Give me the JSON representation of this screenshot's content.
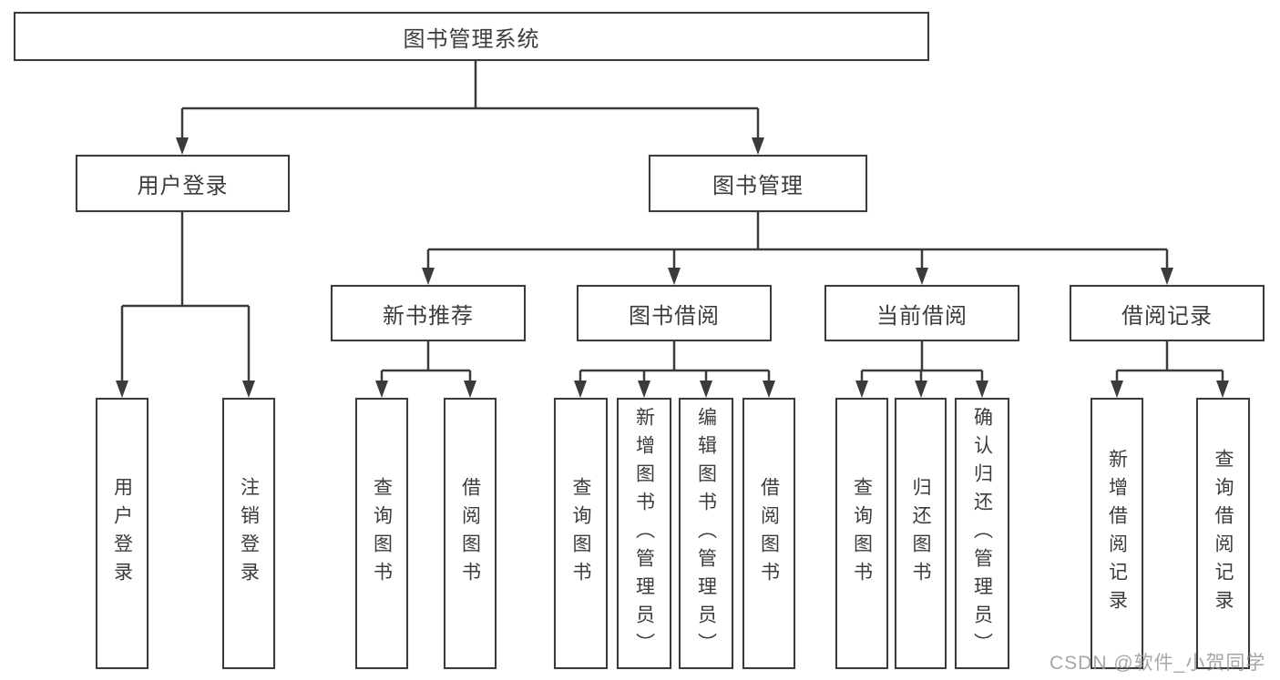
{
  "diagram": {
    "root": {
      "label": "图书管理系统"
    },
    "branches": [
      {
        "label": "用户登录",
        "leaves": [
          "用户登录",
          "注销登录"
        ]
      },
      {
        "label": "图书管理",
        "children": [
          {
            "label": "新书推荐",
            "leaves": [
              "查询图书",
              "借阅图书"
            ]
          },
          {
            "label": "图书借阅",
            "leaves": [
              "查询图书",
              "新增图书（管理员）",
              "编辑图书（管理员）",
              "借阅图书"
            ]
          },
          {
            "label": "当前借阅",
            "leaves": [
              "查询图书",
              "归还图书",
              "确认归还（管理员）"
            ]
          },
          {
            "label": "借阅记录",
            "leaves": [
              "新增借阅记录",
              "查询借阅记录"
            ]
          }
        ]
      }
    ],
    "watermark": "CSDN @软件_小贺同学",
    "colors": {
      "line": "#3b3b3b",
      "text": "#3c3c3c",
      "watermark": "#989898",
      "background": "#ffffff"
    }
  }
}
